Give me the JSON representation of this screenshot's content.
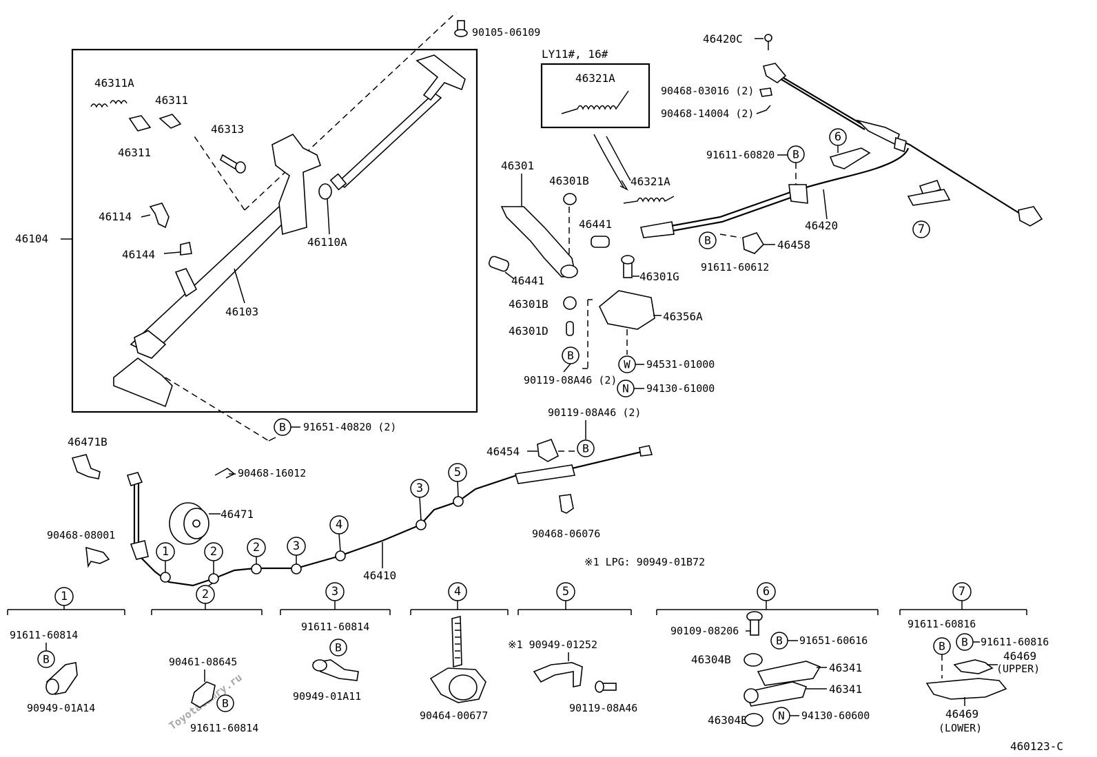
{
  "watermark": "ToyotaCamry.ru",
  "variant_label": "LY11#, 16#",
  "note": "※1 LPG: 90949-01B72",
  "diagram_code": "460123-C",
  "circle_letters": {
    "b": "B",
    "w": "W",
    "n": "N"
  },
  "callout_numbers": [
    "1",
    "2",
    "3",
    "4",
    "5",
    "6",
    "7"
  ],
  "parts": {
    "p90105_06109": "90105-06109",
    "p46311A": "46311A",
    "p46311_a": "46311",
    "p46311_b": "46311",
    "p46313": "46313",
    "p46114": "46114",
    "p46144": "46144",
    "p46104": "46104",
    "p46110A": "46110A",
    "p46103": "46103",
    "p91651_40820": "91651-40820 (2)",
    "p46420C": "46420C",
    "p46321A_a": "46321A",
    "p46321A_b": "46321A",
    "p90468_03016": "90468-03016 (2)",
    "p90468_14004": "90468-14004 (2)",
    "p91611_60820": "91611-60820",
    "p46301": "46301",
    "p46301B_a": "46301B",
    "p46441_a": "46441",
    "p46441_b": "46441",
    "p46301G": "46301G",
    "p46301B_b": "46301B",
    "p46301D": "46301D",
    "p90119_08A46_a": "90119-08A46 (2)",
    "p46356A": "46356A",
    "p94531_01000": "94531-01000",
    "p94130_61000": "94130-61000",
    "p46420": "46420",
    "p46458": "46458",
    "p91611_60612": "91611-60612",
    "p90119_08A46_b": "90119-08A46 (2)",
    "p46454": "46454",
    "p46471B": "46471B",
    "p90468_16012": "90468-16012",
    "p46471": "46471",
    "p90468_08001": "90468-08001",
    "p90468_06076": "90468-06076",
    "p46410": "46410"
  },
  "detail_parts": {
    "d1_top": "91611-60814",
    "d1_bottom": "90949-01A14",
    "d2_top": "90461-08645",
    "d2_bottom": "91611-60814",
    "d3_top": "91611-60814",
    "d3_bottom": "90949-01A11",
    "d4_bottom": "90464-00677",
    "d5_top": "※1 90949-01252",
    "d5_bottom": "90119-08A46",
    "d6_bolt": "90109-08206",
    "d6_b": "91651-60616",
    "d6_bush_a": "46304B",
    "d6_lever_a": "46341",
    "d6_lever_b": "46341",
    "d6_bush_b": "46304B",
    "d6_nut": "94130-60600",
    "d7_left": "91611-60816",
    "d7_right": "91611-60816",
    "d7_upper": "46469",
    "d7_upper_note": "(UPPER)",
    "d7_lower": "46469",
    "d7_lower_note": "(LOWER)"
  }
}
